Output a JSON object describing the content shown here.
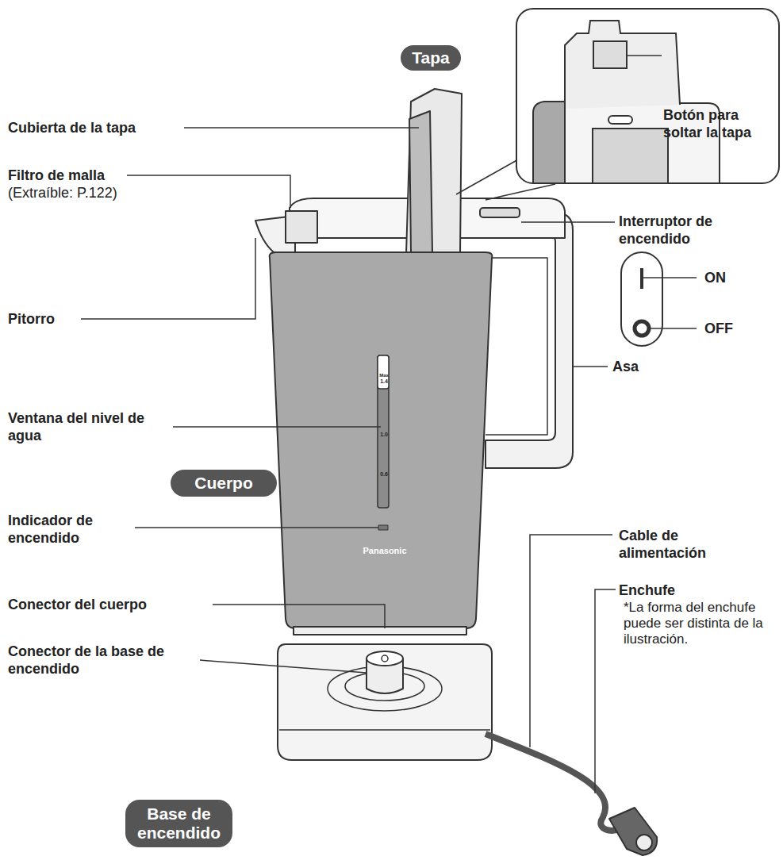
{
  "diagram": {
    "nodes": [
      {
        "text": [
          "Tapa"
        ]
      },
      {
        "text": [
          "Botón para soltar la tapa"
        ]
      },
      {
        "text": [
          "Cuerpo"
        ]
      },
      {
        "text": [
          "Base de encendido"
        ]
      }
    ],
    "labels": [
      "Cubierta de la tapa",
      "Filtro de malla",
      "(Extraíble: P.122)",
      "Pitorro",
      "Ventana del nivel de agua",
      "Indicador de encendido",
      "Conector del cuerpo",
      "Conector de la base de encendido",
      "Interruptor de encendido",
      "ON",
      "OFF",
      "Asa",
      "Cable de alimentación",
      "Enchufe",
      "*La forma del enchufe puede ser distinta de la ilustración.",
      "Max",
      "1.4",
      "1.0",
      "0.6",
      "Panasonic"
    ]
  }
}
